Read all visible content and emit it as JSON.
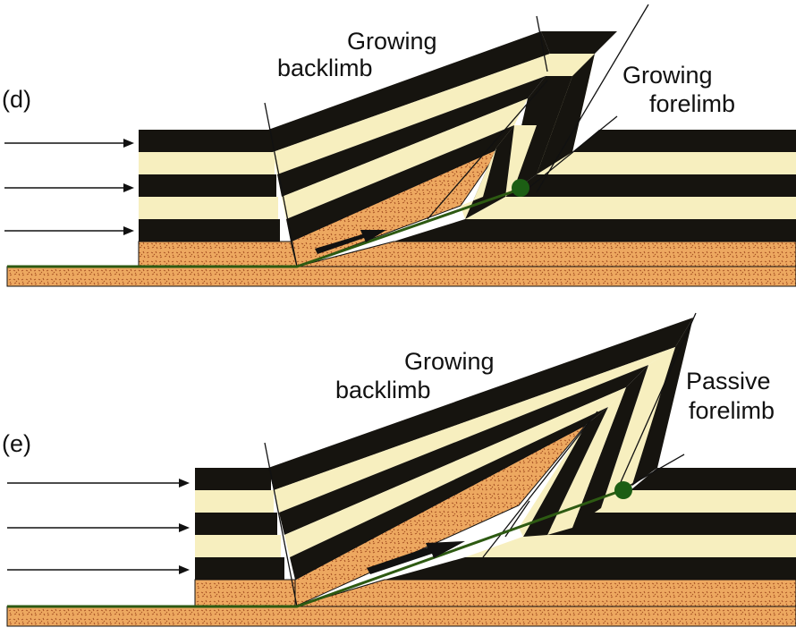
{
  "panels": [
    {
      "id": "d",
      "panel_label": "(d)",
      "labels": {
        "backlimb_1": "Growing",
        "backlimb_2": "backlimb",
        "forelimb_1": "Growing",
        "forelimb_2": "forelimb"
      }
    },
    {
      "id": "e",
      "panel_label": "(e)",
      "labels": {
        "backlimb_1": "Growing",
        "backlimb_2": "backlimb",
        "forelimb_1": "Passive",
        "forelimb_2": "forelimb"
      }
    }
  ],
  "colors": {
    "dark_layer": "#16140f",
    "light_layer": "#f7efbf",
    "basement": "#eda860",
    "basement_speckle": "#a0491e",
    "fault": "#2d5a12",
    "fault_point": "#1c5e14"
  }
}
